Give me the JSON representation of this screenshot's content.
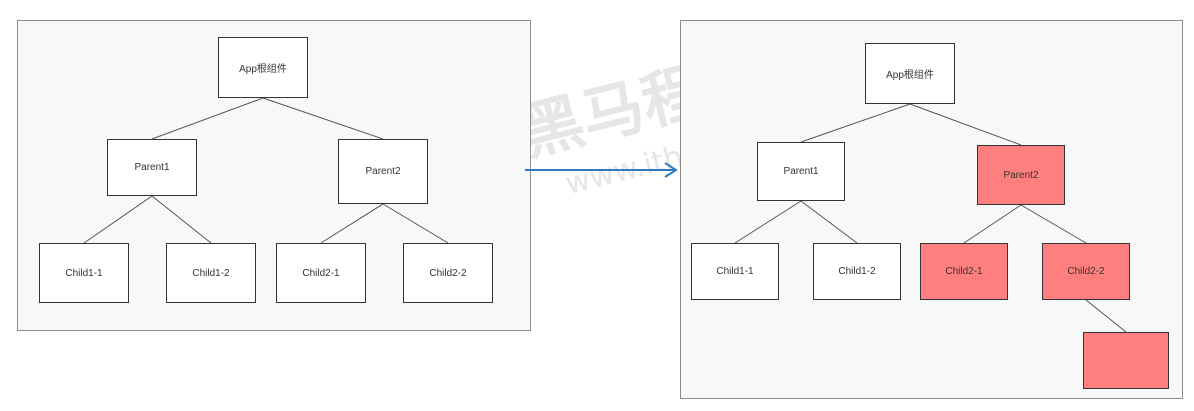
{
  "colors": {
    "panel_bg": "#f8f8f8",
    "panel_border": "#8c8c8c",
    "node_bg": "#ffffff",
    "highlight": "#ff7f7f",
    "arrow": "#2e7bc4",
    "watermark": "#dcdcdc"
  },
  "watermark": {
    "brand": "黑马程序员",
    "url": "www.itheima.com"
  },
  "before": {
    "root": "App根组件",
    "parent1": "Parent1",
    "parent2": "Parent2",
    "child1_1": "Child1-1",
    "child1_2": "Child1-2",
    "child2_1": "Child2-1",
    "child2_2": "Child2-2"
  },
  "after": {
    "root": "App根组件",
    "parent1": "Parent1",
    "parent2": "Parent2",
    "child1_1": "Child1-1",
    "child1_2": "Child1-2",
    "child2_1": "Child2-1",
    "child2_2": "Child2-2",
    "grandchild": ""
  }
}
